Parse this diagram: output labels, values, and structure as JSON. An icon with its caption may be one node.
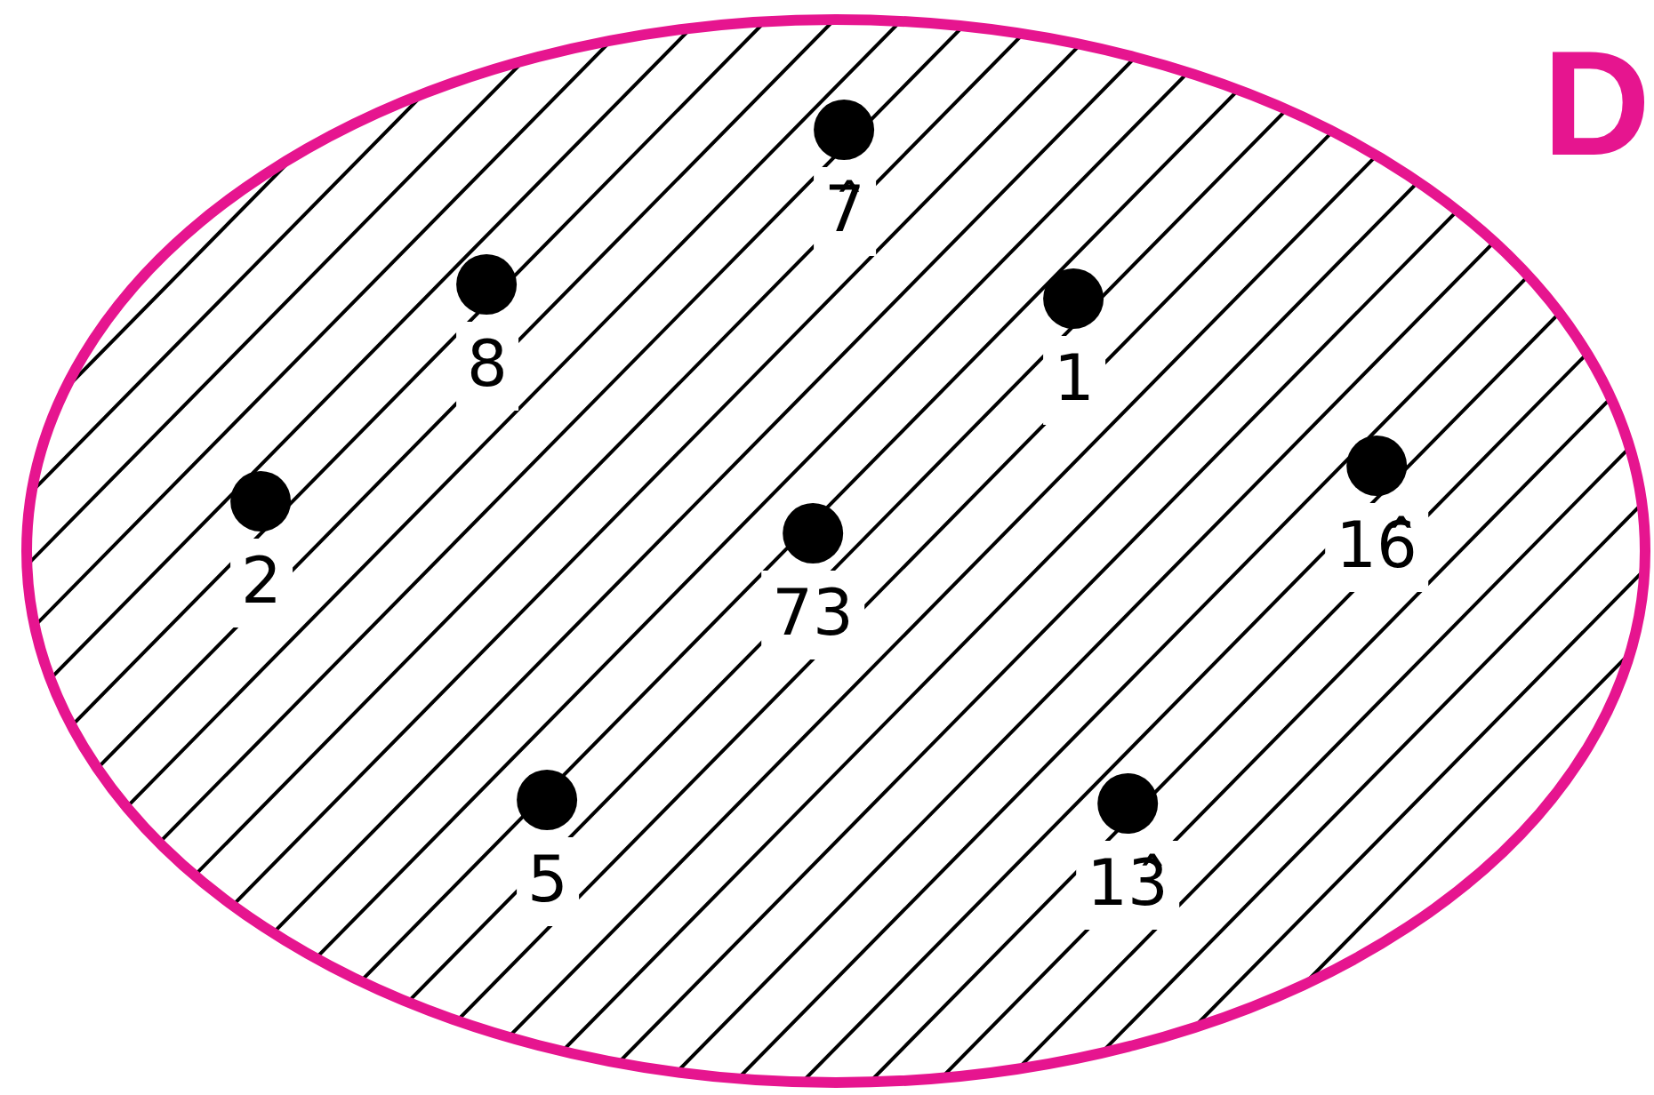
{
  "diagram": {
    "nodes": [
      {
        "text": [
          "D"
        ]
      },
      {
        "text": [
          "7̂"
        ],
        "in": 0
      },
      {
        "text": [
          "8"
        ],
        "in": 0
      },
      {
        "text": [
          "1"
        ],
        "in": 0
      },
      {
        "text": [
          "2"
        ],
        "in": 0
      },
      {
        "text": [
          "73"
        ],
        "in": 0
      },
      {
        "text": [
          "16̂"
        ],
        "in": 0
      },
      {
        "text": [
          "5"
        ],
        "in": 0
      },
      {
        "text": [
          "13̂"
        ],
        "in": 0
      }
    ]
  }
}
